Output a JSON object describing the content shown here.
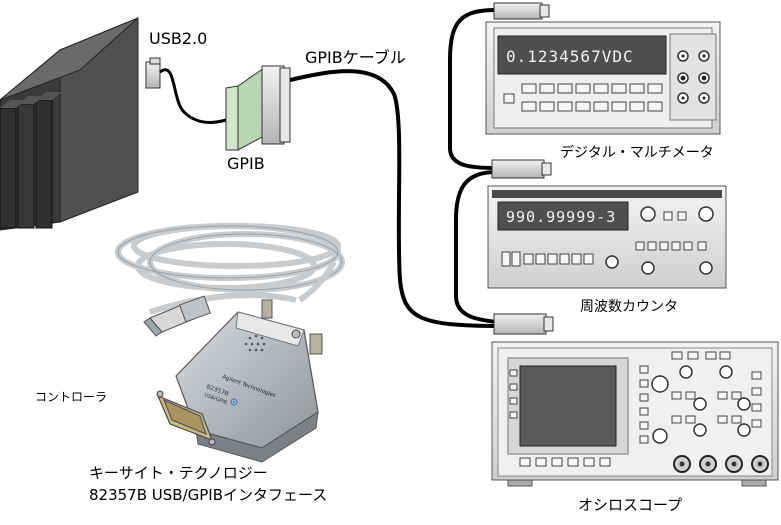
{
  "labels": {
    "usb": "USB2.0",
    "gpib_cable": "GPIBケーブル",
    "gpib": "GPIB",
    "controller": "コントローラ",
    "adapter_line1": "キーサイト・テクノロジー",
    "adapter_line2": "82357B USB/GPIBインタフェース",
    "dmm": "デジタル・マルチメータ",
    "counter": "周波数カウンタ",
    "scope": "オシロスコープ"
  },
  "displays": {
    "dmm": "0.1234567VDC",
    "counter": "990.99999-3"
  },
  "adapter_print": {
    "brand": "Agilent Technologies",
    "model": "82357B",
    "sub": "USB/GPIB"
  },
  "colors": {
    "pc_dark": "#3a3a3a",
    "pc_front": "#4a4a4a",
    "instrument_body": "#f1f1f1",
    "instrument_panel": "#e3e3e3",
    "lcd": "#505050",
    "cable": "#000000",
    "connector_green": "#cfe7c8",
    "agilent_blue": "#3f7fd9"
  }
}
